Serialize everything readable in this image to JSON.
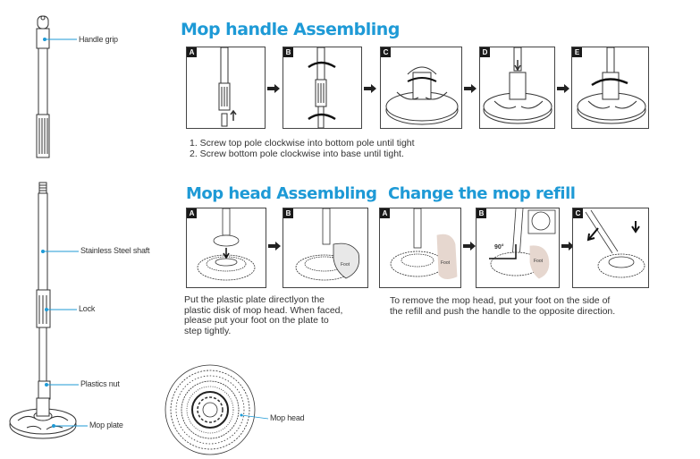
{
  "left_parts": {
    "handle_grip": "Handle grip",
    "steel_shaft": "Stainless Steel shaft",
    "lock": "Lock",
    "plastics_nut": "Plastics nut",
    "mop_plate": "Mop plate"
  },
  "mop_head_label": "Mop head",
  "handle_section": {
    "title": "Mop handle Assembling",
    "steps": [
      "A",
      "B",
      "C",
      "D",
      "E"
    ],
    "instructions": [
      "1. Screw top pole clockwise into bottom pole until tight",
      "2. Screw bottom pole clockwise into base until tight."
    ]
  },
  "head_section": {
    "title": "Mop head Assembling",
    "steps": [
      "A",
      "B"
    ],
    "foot_label": "Foot",
    "description": "Put the plastic plate directlyon the\nplastic disk of mop head. When faced,\nplease put your foot on the plate to\nstep tightly."
  },
  "refill_section": {
    "title": "Change the mop refill",
    "steps": [
      "A",
      "B",
      "C"
    ],
    "foot_label": "Foot",
    "angle_label": "90°",
    "description": "To remove the mop head, put your foot on the side of\nthe refill and push the handle to the opposite direction."
  },
  "colors": {
    "heading": "#1e9ad6",
    "callout_line": "#1e9ad6",
    "tag_bg": "#1a1a1a"
  }
}
